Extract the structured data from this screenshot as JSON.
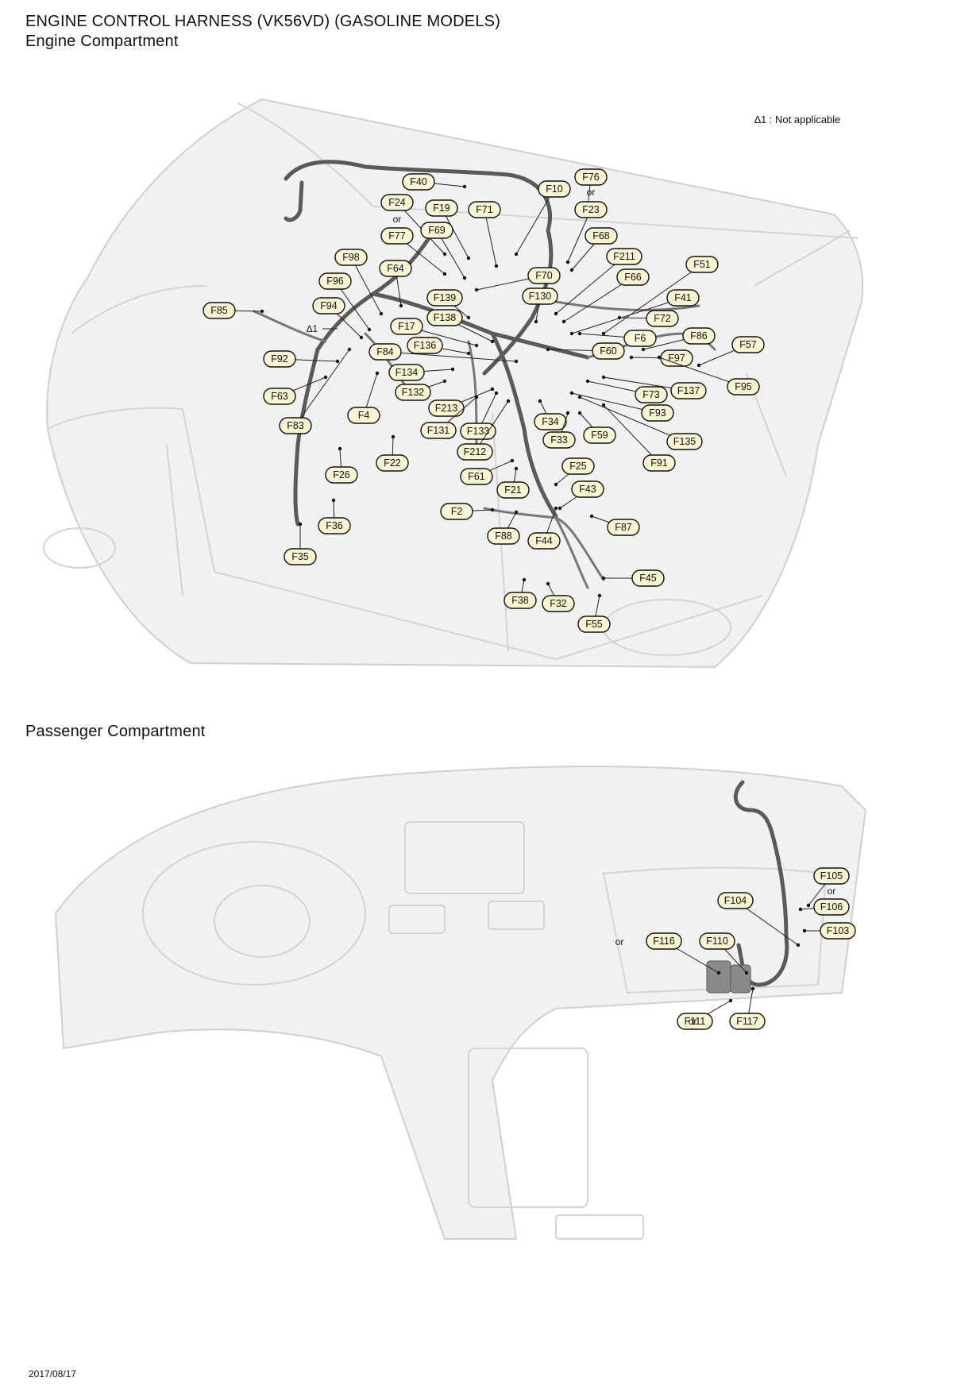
{
  "header": {
    "title": "ENGINE CONTROL HARNESS (VK56VD) (GASOLINE MODELS)",
    "section_engine": "Engine Compartment",
    "section_passenger": "Passenger Compartment"
  },
  "note": "∆1 : Not applicable",
  "footer": {
    "date": "2017/08/17"
  },
  "engine_connectors": [
    "F40",
    "F76",
    "F10",
    "F24",
    "F19",
    "F71",
    "F23",
    "F77",
    "F69",
    "F68",
    "F98",
    "F64",
    "F211",
    "F51",
    "F96",
    "F70",
    "F66",
    "F94",
    "F139",
    "F130",
    "F41",
    "F85",
    "F138",
    "F72",
    "F17",
    "F6",
    "F86",
    "F57",
    "F136",
    "F60",
    "F92",
    "F84",
    "F97",
    "F134",
    "F95",
    "F137",
    "F132",
    "F73",
    "F63",
    "F213",
    "F93",
    "F4",
    "F34",
    "F83",
    "F131",
    "F133",
    "F59",
    "F33",
    "F135",
    "F212",
    "F22",
    "F91",
    "F26",
    "F25",
    "F61",
    "F21",
    "F43",
    "F2",
    "F36",
    "F87",
    "F88",
    "F44",
    "F35",
    "F45",
    "F38",
    "F32",
    "F55"
  ],
  "passenger_connectors": [
    "F105",
    "F104",
    "F106",
    "F103",
    "F116",
    "F110",
    "F111",
    "F117"
  ],
  "labels": {
    "or": "or",
    "star1": "∆1"
  }
}
